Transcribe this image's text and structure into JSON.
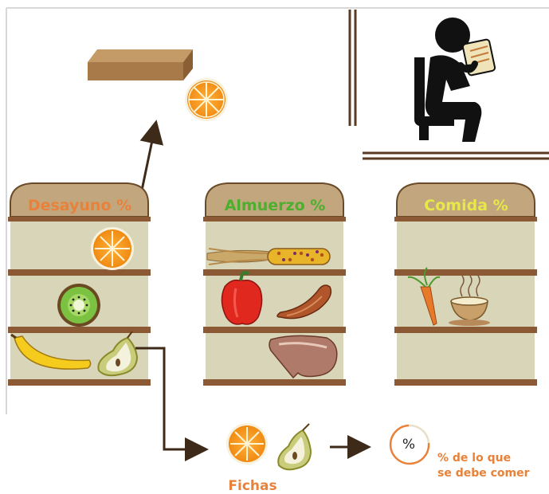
{
  "shelves": {
    "desayuno": {
      "title": "Desayuno %",
      "color": "#e8823a",
      "rows": [
        [
          "orange-slice"
        ],
        [
          "kiwi-slice"
        ],
        [
          "banana",
          "pear-half"
        ]
      ]
    },
    "almuerzo": {
      "title": "Almuerzo %",
      "color": "#4caf2e",
      "rows": [
        [
          "corn-cob"
        ],
        [
          "red-pepper",
          "sausage"
        ],
        [
          "meat-chop"
        ]
      ]
    },
    "comida": {
      "title": "Comida %",
      "color": "#e6e84a",
      "rows": [
        [],
        [
          "carrot",
          "soup-bowl"
        ],
        []
      ]
    }
  },
  "legend": {
    "fichas_label": "Fichas",
    "percent_symbol": "%",
    "percent_text_line1": "% de lo que",
    "percent_text_line2": "se debe comer"
  },
  "colors": {
    "shelf_cabinet": "#d9d5b8",
    "shelf_board": "#8b5a35",
    "dome": "#c2a77e",
    "arrow": "#3d2a18",
    "label_orange": "#e8823a",
    "frame_brown": "#5a3a22"
  }
}
